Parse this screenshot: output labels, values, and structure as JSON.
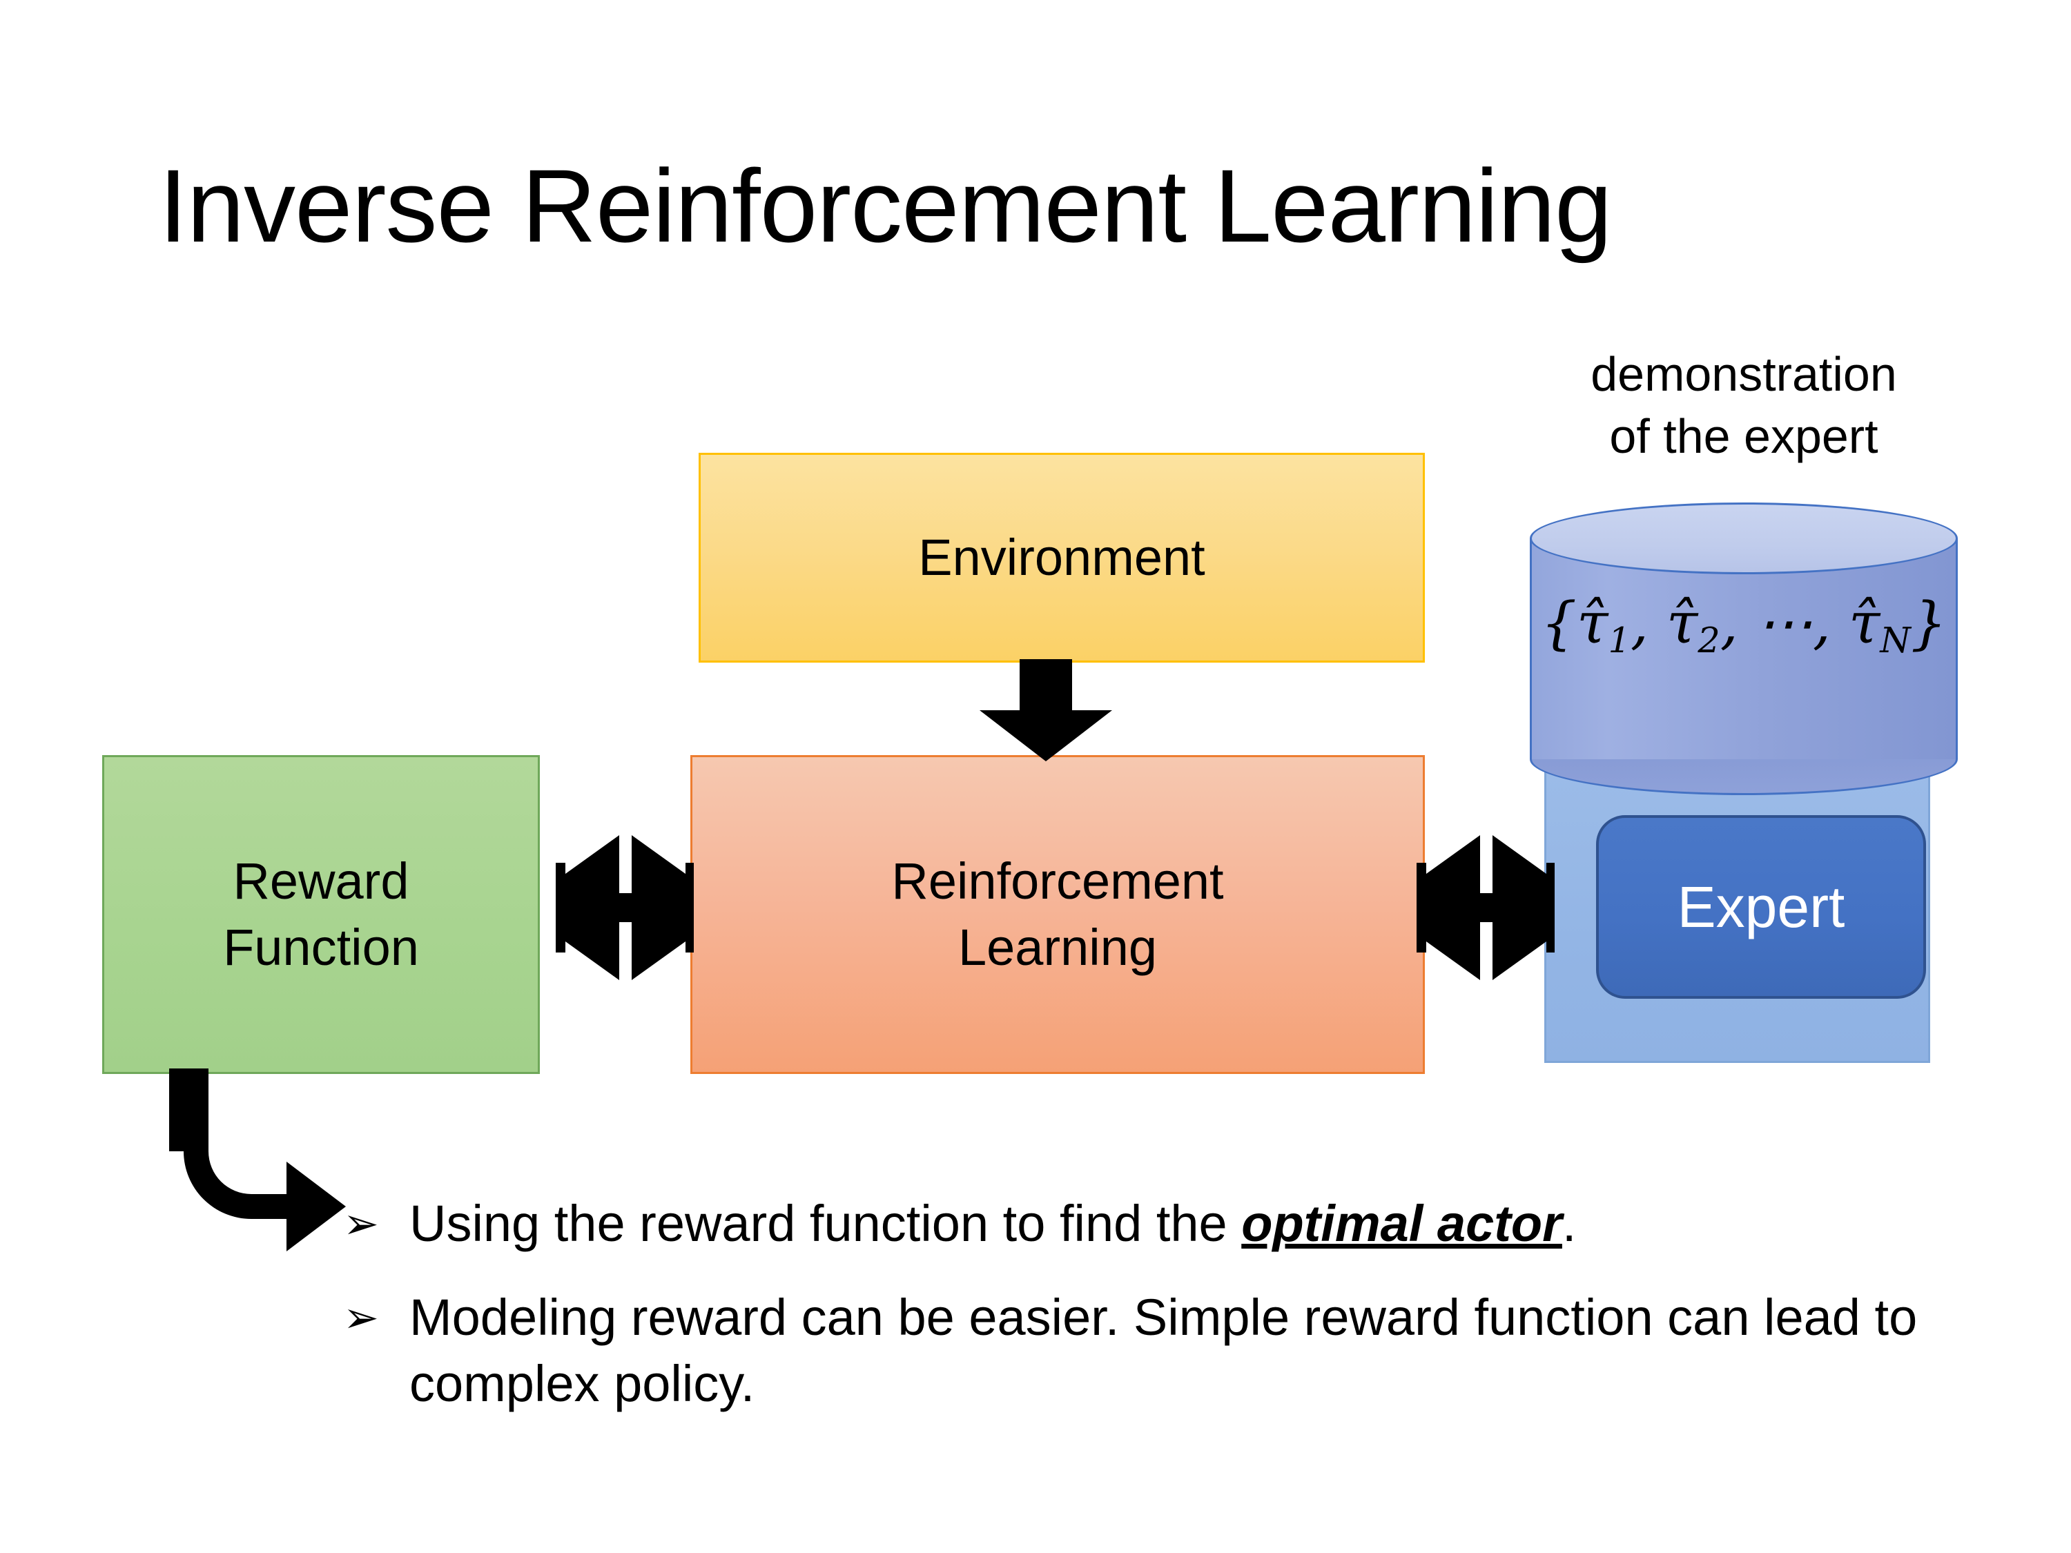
{
  "slide": {
    "title": "Inverse Reinforcement Learning",
    "background_color": "#FFFFFF"
  },
  "diagram": {
    "environment_box": {
      "label": "Environment",
      "fill_top": "#FCE3A0",
      "fill_bottom": "#FBD166",
      "border_color": "#FFC000"
    },
    "reward_box": {
      "label_line1": "Reward",
      "label_line2": "Function",
      "fill_top": "#B2D89A",
      "fill_bottom": "#A2D08A",
      "border_color": "#6FA85A"
    },
    "rl_box": {
      "label_line1": "Reinforcement",
      "label_line2": "Learning",
      "fill_top": "#F6C8B0",
      "fill_bottom": "#F5A176",
      "border_color": "#ED7D31"
    },
    "expert_group": {
      "caption_line1": "demonstration",
      "caption_line2": "of the expert",
      "cylinder_formula_open": "{",
      "cylinder_formula_items": [
        "τ̂1",
        "τ̂2",
        "⋯",
        "τ̂N"
      ],
      "cylinder_fill": "#90A2D9",
      "cylinder_top_fill": "#C0CCEC",
      "cylinder_border": "#4472C4",
      "backdrop_fill": "#8FB2E3",
      "expert_label": "Expert",
      "expert_fill": "#4472C4",
      "expert_border": "#2F528F",
      "expert_text_color": "#FFFFFF"
    },
    "arrows": {
      "environment_to_rl": "down-arrow",
      "reward_to_rl": "quad-arrow",
      "rl_to_expert": "quad-arrow",
      "reward_to_bullets": "bent-arrow",
      "arrow_color": "#000000"
    }
  },
  "bullets": [
    {
      "marker": "➢",
      "text_before": "Using the reward function to find the ",
      "emphasis": "optimal actor",
      "text_after": "."
    },
    {
      "marker": "➢",
      "text_before": "Modeling reward can be easier. Simple reward function can lead to complex policy.",
      "emphasis": "",
      "text_after": ""
    }
  ]
}
